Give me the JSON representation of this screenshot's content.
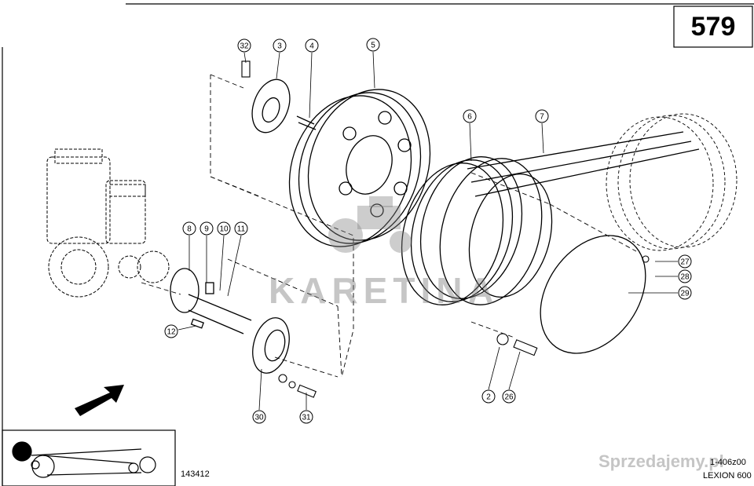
{
  "page": {
    "number": "579",
    "drawing_code": "143412",
    "ref_code": "1-406z00",
    "model": "LEXION 600"
  },
  "watermark": {
    "brand": "KARETINA",
    "site": "Sprzedajemy.pl"
  },
  "callouts": [
    "32",
    "3",
    "4",
    "5",
    "6",
    "7",
    "8",
    "9",
    "10",
    "11",
    "12",
    "27",
    "28",
    "29",
    "2",
    "26",
    "30",
    "31"
  ],
  "colors": {
    "line": "#000000",
    "watermark": "#8a8a8a"
  }
}
